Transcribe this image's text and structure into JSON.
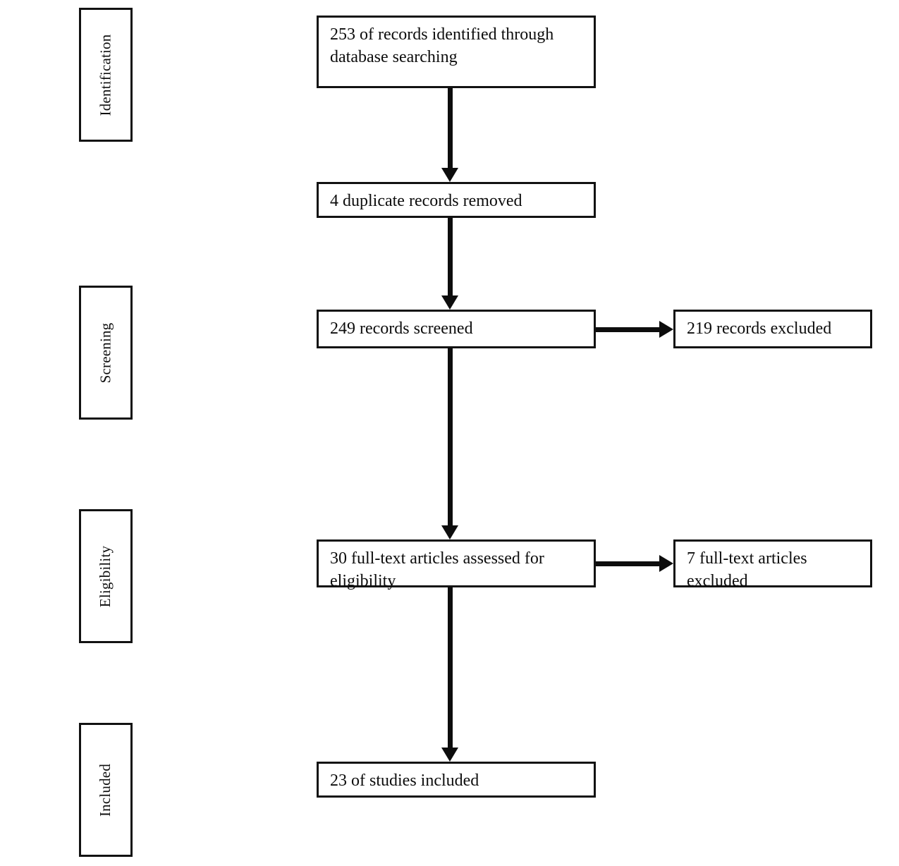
{
  "diagram": {
    "type": "prisma-flow-diagram",
    "title": "",
    "colors": {
      "border": "#121212",
      "text": "#0d0d0d",
      "background": "#ffffff",
      "arrow": "#0d0d0d"
    },
    "stages": [
      {
        "label": "Identification"
      },
      {
        "label": "Screening"
      },
      {
        "label": "Eligibility"
      },
      {
        "label": "Included"
      }
    ],
    "flow_boxes": [
      {
        "id": "identified",
        "text": "253 of records identified through database searching",
        "count": 253
      },
      {
        "id": "duplicates",
        "text": "4 duplicate records removed",
        "count": 4
      },
      {
        "id": "screened",
        "text": "249 records screened",
        "count": 249
      },
      {
        "id": "full_text",
        "text": "30 full-text articles assessed for eligibility",
        "count": 30
      },
      {
        "id": "included",
        "text": "23 of studies included",
        "count": 23
      }
    ],
    "side_boxes": [
      {
        "id": "records_excluded",
        "text": "219 records excluded",
        "count": 219
      },
      {
        "id": "full_text_excluded",
        "text": "7 full-text articles excluded",
        "count": 7
      }
    ]
  }
}
